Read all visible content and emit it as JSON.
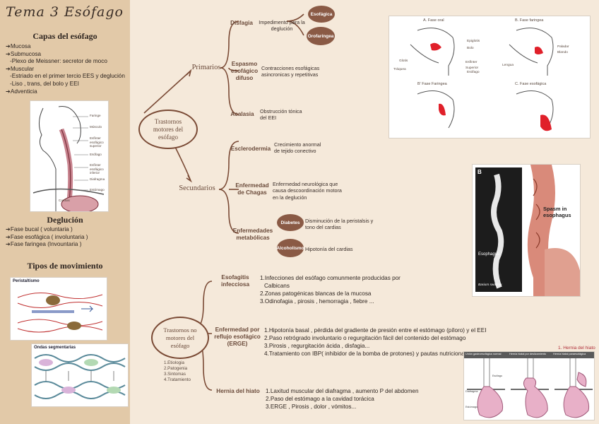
{
  "page": {
    "title": "Tema 3 Esófago"
  },
  "sidebar": {
    "capas": {
      "heading": "Capas del esófago",
      "items": [
        "➔Mucosa",
        "➔Submucosa",
        "  -Plexo de Meissner: secretor de moco",
        "➔Muscular",
        "  -Estriado en el primer tercio EES y deglución",
        "  -Liso , trans, del bolo y EEI",
        "➔Adventicia"
      ]
    },
    "anatomy_labels": [
      "Faringe",
      "Músculo",
      "Esfínter esofágico superior",
      "Esófago",
      "Esfínter esofágico inferior",
      "Diafragma",
      "Estómago",
      "Cardias"
    ],
    "deglucion": {
      "heading": "Deglución",
      "items": [
        "➔Fase bucal ( voluntaria )",
        "➔Fase esofágica ( involuntaria )",
        "➔Fase faringea (Invountaria )"
      ]
    },
    "movimiento": {
      "heading": "Tipos de movimiento",
      "peristaltismo_title": "Peristaltismo",
      "segmentarias_title": "Ondas segmentarias"
    }
  },
  "map1": {
    "root": "Trastornos motores del esófago",
    "primarios": {
      "label": "Primarios",
      "items": [
        {
          "name": "Disfagia",
          "desc": "Impedimento para la deglución",
          "pills": [
            "Esofágica",
            "Orofaríngea"
          ]
        },
        {
          "name": "Espasmo esofágico difuso",
          "desc": "Contracciones esofágicas asincronicas y repetitivas"
        },
        {
          "name": "Acalasia",
          "desc": "Obstrucción tónica del EEI"
        }
      ]
    },
    "secundarios": {
      "label": "Secundarios",
      "items": [
        {
          "name": "Esclerodermia",
          "desc": "Crecimiento anormal de tejido conectivo"
        },
        {
          "name": "Enfermedad de Chagas",
          "desc": "Enfermedad neurológica que causa descoordinación motora en la deglución"
        },
        {
          "name": "Enfermedades metabólicas",
          "subs": [
            {
              "pill": "Diabetes",
              "desc": "Disminución de la peristalsis y tono del cardias"
            },
            {
              "pill": "Alcoholismo",
              "desc": "Hipotonía del cardias"
            }
          ]
        }
      ]
    }
  },
  "map2": {
    "root": "Trastornos no motores del esófago",
    "legend": [
      "1.Etiologia",
      "2.Patogenia",
      "3.Sintomas",
      "4.Tratamiento"
    ],
    "items": [
      {
        "name": "Esofagitis infecciosa",
        "lines": [
          "1.Infecciones del esófago comunmente producidas por",
          "   Calbicans",
          "2.Zonas patogénicas blancas de la mucosa",
          "3.Odinofagia , pirosis , hemorragia , fiebre ..."
        ]
      },
      {
        "name": "Enfermedad por reflujo esofágico (ERGE)",
        "lines": [
          "1.Hipotonía basal , pérdida del gradiente de presión entre el estómago (píloro) y el EEI",
          "2.Paso retrógrado involuntario o regurgitación fácil del contenido del estómago",
          "3.Pirosis , regurgitación ácida , disfagia...",
          "4.Tratamiento con IBP( inhibidor  de la bomba de protones) y pautas nutricionales"
        ]
      },
      {
        "name": "Hernia del hiato",
        "lines": [
          "1.Laxitud muscular del diafragma , aumento P del abdomen",
          "2.Paso del estómago a la cavidad torácica",
          "3.ERGE , Pirosis , dolor , vómitos..."
        ]
      }
    ]
  },
  "figures": {
    "swallow": {
      "labels": [
        "A. Fase oral",
        "B. Fase faringea",
        "Epiglotis",
        "Bolo",
        "Glotis",
        "Tráquea",
        "Esfínter Superior",
        "Esófago",
        "Paladar Blando",
        "Lengua",
        "B' Fase Faringea",
        "C. Fase esofágica"
      ]
    },
    "spasm": {
      "corner": "B",
      "title": "Spasm in esophagus",
      "xray_label": "Esophagus",
      "caption": "Barium swallow"
    },
    "hernia": {
      "header": "1. Hernia del hiato",
      "labels": [
        "Unión gastroesofágica normal",
        "Hernia hiatal por deslizamiento",
        "Hernia hiatal paraesofágica",
        "Esófago",
        "Diafragma",
        "Estómago"
      ]
    }
  }
}
